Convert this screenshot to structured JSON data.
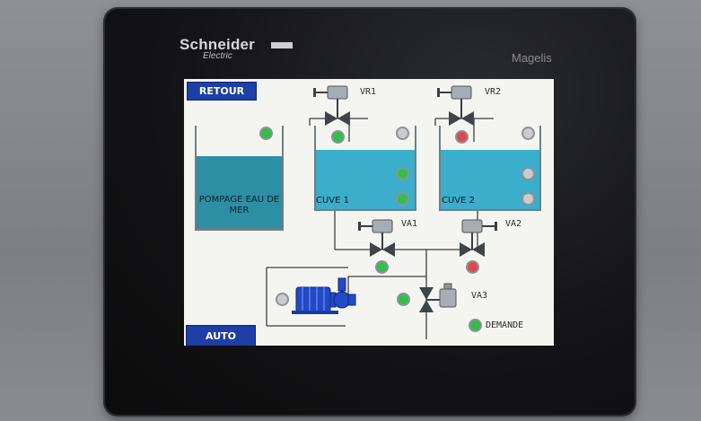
{
  "device": {
    "brand": "Schneider",
    "brand_sub": "Electric",
    "model": "Magelis"
  },
  "buttons": {
    "back": "RETOUR",
    "mode": "AUTO"
  },
  "tanks": {
    "sea": "POMPAGE EAU DE MER",
    "tank1": "CUVE 1",
    "tank2": "CUVE 2"
  },
  "valves": {
    "vr1": "VR1",
    "vr2": "VR2",
    "va1": "VA1",
    "va2": "VA2",
    "va3": "VA3"
  },
  "status": {
    "demand": "DEMANDE"
  },
  "colors": {
    "green": "#2fc04a",
    "red": "#e04a4a",
    "off": "#c9cbce",
    "button": "#1d3fa6",
    "water": "#3aaecb"
  }
}
